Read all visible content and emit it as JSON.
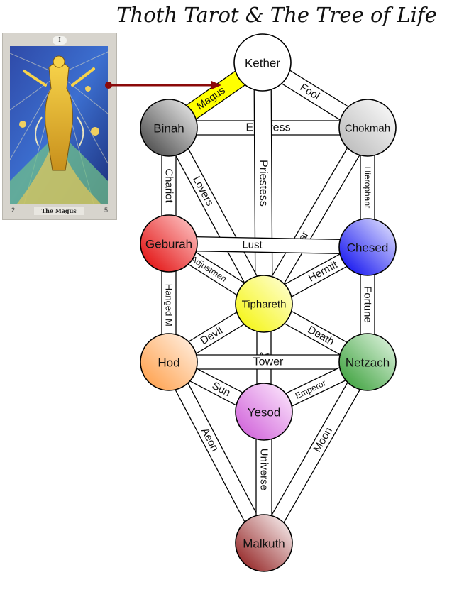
{
  "title": "Thoth Tarot & The Tree of Life",
  "card": {
    "number": "I",
    "name": "The Magus",
    "left_number": "2",
    "right_number": "5"
  },
  "colors": {
    "path_highlight": "#ffff00",
    "arrow": "#8b0a0a"
  },
  "sephiroth": [
    {
      "id": "kether",
      "name": "Kether",
      "fill": "#ffffff",
      "edge": "#ffffff"
    },
    {
      "id": "binah",
      "name": "Binah",
      "fill": "#eeeeee",
      "edge": "#4a4a4a"
    },
    {
      "id": "chokmah",
      "name": "Chokmah",
      "fill": "#f7f7f7",
      "edge": "#bdbdbd"
    },
    {
      "id": "geburah",
      "name": "Geburah",
      "fill": "#ff9a9a",
      "edge": "#e10000"
    },
    {
      "id": "chesed",
      "name": "Chesed",
      "fill": "#c8c8ff",
      "edge": "#1010f0"
    },
    {
      "id": "tiphareth",
      "name": "Tiphareth",
      "fill": "#ffffb0",
      "edge": "#f0f000"
    },
    {
      "id": "hod",
      "name": "Hod",
      "fill": "#ffe6cc",
      "edge": "#ffa050"
    },
    {
      "id": "netzach",
      "name": "Netzach",
      "fill": "#c8ecc8",
      "edge": "#33a033"
    },
    {
      "id": "yesod",
      "name": "Yesod",
      "fill": "#fbdcfb",
      "edge": "#d060d8"
    },
    {
      "id": "malkuth",
      "name": "Malkuth",
      "fill": "#f0b6b6",
      "edge": "#8a1010"
    }
  ],
  "paths": [
    {
      "id": "magus",
      "label": "Magus",
      "highlight": true
    },
    {
      "id": "fool",
      "label": "Fool"
    },
    {
      "id": "empress",
      "label": "Empress"
    },
    {
      "id": "priestess",
      "label": "Priestess"
    },
    {
      "id": "chariot",
      "label": "Chariot"
    },
    {
      "id": "lovers",
      "label": "Lovers"
    },
    {
      "id": "star",
      "label": "Star"
    },
    {
      "id": "hierophant",
      "label": "Hierophant"
    },
    {
      "id": "lust",
      "label": "Lust"
    },
    {
      "id": "adjustment",
      "label": "Adjustmen"
    },
    {
      "id": "hermit",
      "label": "Hermit"
    },
    {
      "id": "hanged",
      "label": "Hanged M"
    },
    {
      "id": "fortune",
      "label": "Fortune"
    },
    {
      "id": "devil",
      "label": "Devil"
    },
    {
      "id": "art",
      "label": "Art"
    },
    {
      "id": "death",
      "label": "Death"
    },
    {
      "id": "tower",
      "label": "Tower"
    },
    {
      "id": "sun",
      "label": "Sun"
    },
    {
      "id": "emperor",
      "label": "Emperor"
    },
    {
      "id": "aeon",
      "label": "Aeon"
    },
    {
      "id": "universe",
      "label": "Universe"
    },
    {
      "id": "moon",
      "label": "Moon"
    }
  ]
}
